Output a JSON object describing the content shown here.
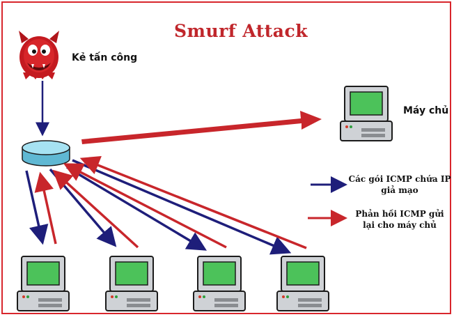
{
  "title": "Smurf Attack",
  "attacker_label": "Kẻ tấn công",
  "server_label": "Máy chủ",
  "legend": {
    "blue_label": "Các gói ICMP chứa IP giả mạo",
    "red_label": "Phản hồi ICMP gửi lại cho máy chủ"
  },
  "colors": {
    "border": "#d8262c",
    "title": "#c0262b",
    "blue_arrow": "#1e1e7a",
    "red_arrow": "#c8262b",
    "router": "#8fd6ea",
    "screen": "#4cc25a"
  },
  "icons": [
    "devil-icon",
    "router-icon",
    "computer-icon"
  ]
}
